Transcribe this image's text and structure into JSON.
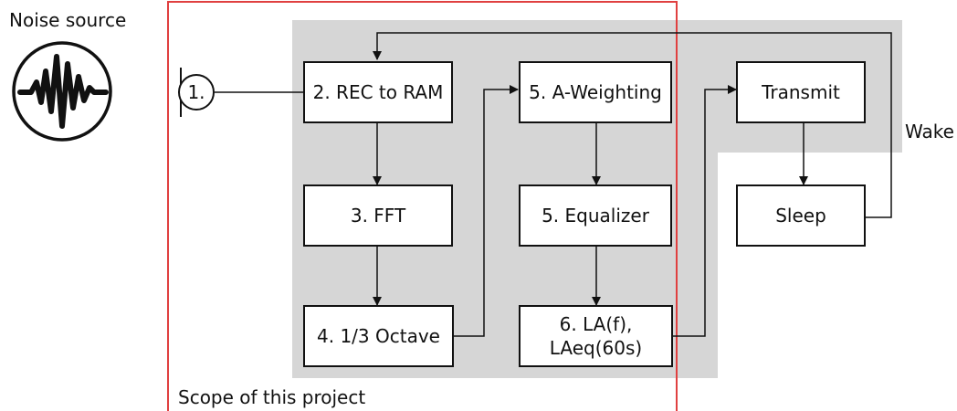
{
  "title": {
    "noise_source": "Noise source",
    "scope": "Scope of this project",
    "wake": "Wake"
  },
  "mic": {
    "label": "1."
  },
  "nodes": {
    "rec_to_ram": "2. REC to RAM",
    "fft": "3. FFT",
    "octave": "4. 1/3 Octave",
    "a_weighting": "5. A-Weighting",
    "equalizer": "5. Equalizer",
    "la_line1": "6. LA(f),",
    "la_line2": "LAeq(60s)",
    "transmit": "Transmit",
    "sleep": "Sleep"
  },
  "colors": {
    "region_fill": "#d6d6d6",
    "scope_border": "#e04040",
    "line": "#111111"
  },
  "icons": {
    "noise_source": "waveform-in-circle-icon",
    "microphone": "microphone-bracket-icon"
  }
}
